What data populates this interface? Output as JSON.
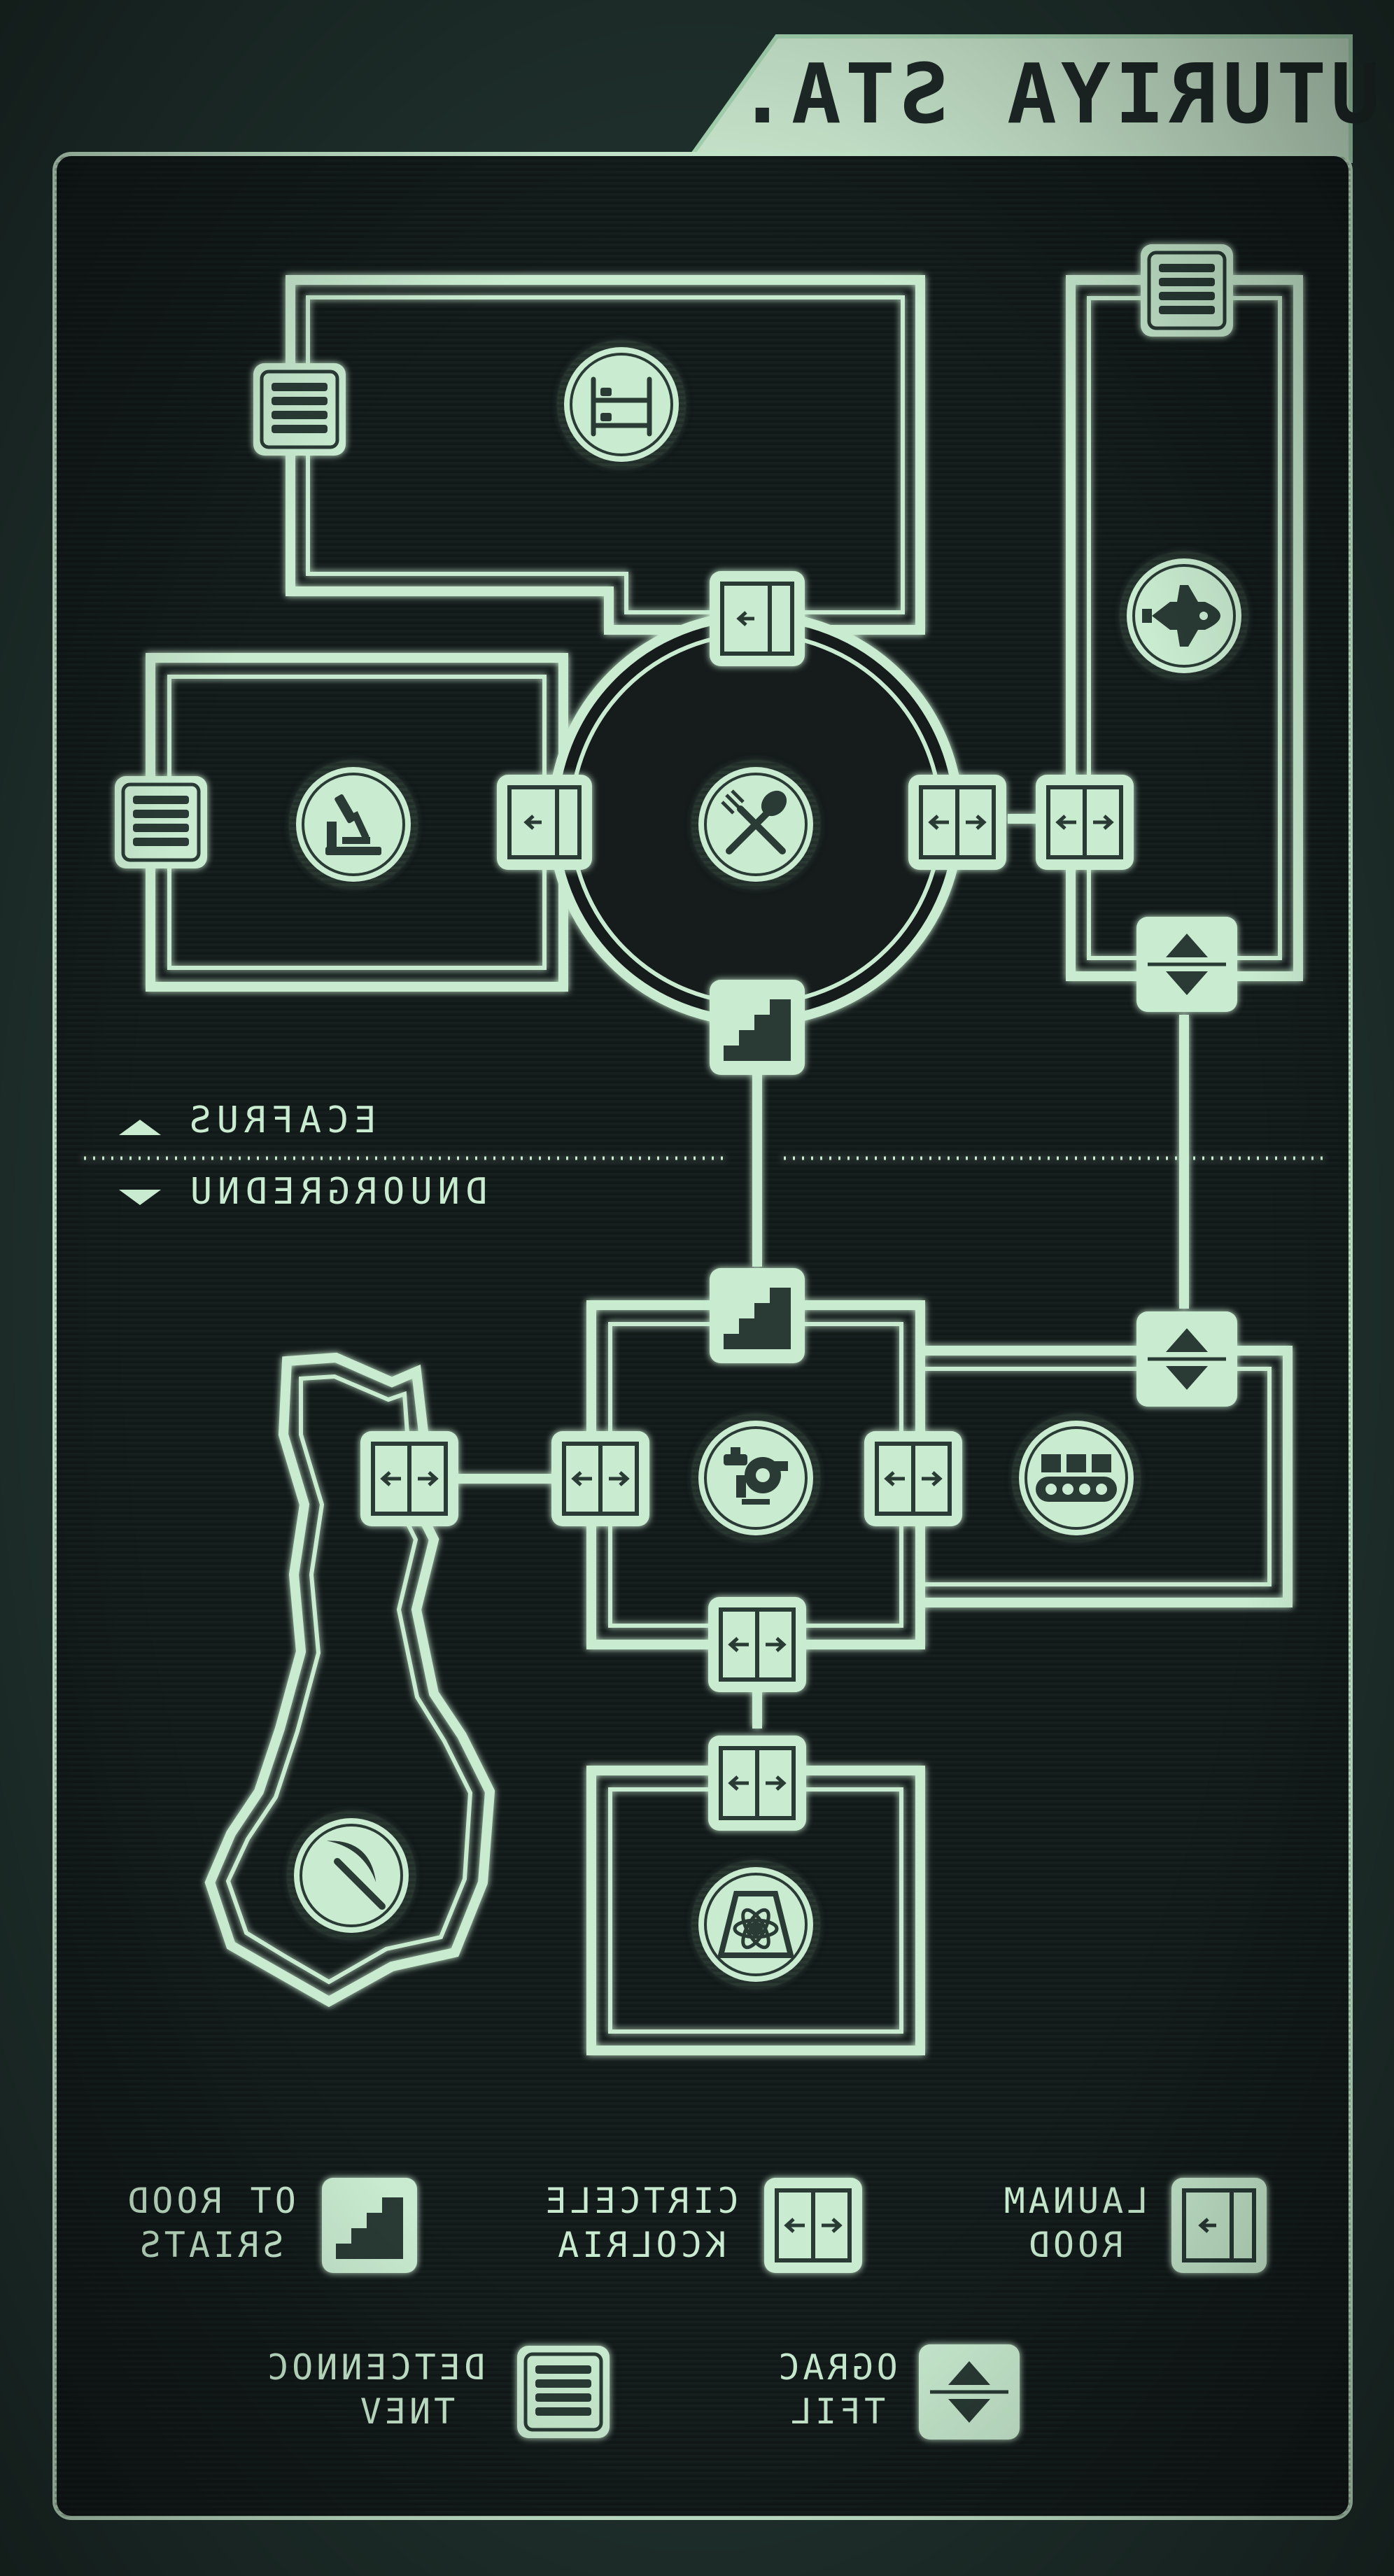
{
  "title": "UTURIYA STA.",
  "colors": {
    "background": "#1e2e2b",
    "panel": "#151c1c",
    "line": "#c9ecd0",
    "line_dim": "#8fc4a2",
    "glow": "#a8f0bb"
  },
  "level_divider": {
    "surface_label": "ECAFRUS",
    "underground_label": "DNUORGREDNU"
  },
  "rooms": [
    {
      "name": "dormitory",
      "icon": "bunk-bed-icon"
    },
    {
      "name": "laboratory",
      "icon": "microscope-icon"
    },
    {
      "name": "mess-hall",
      "icon": "fork-spoon-icon"
    },
    {
      "name": "hangar",
      "icon": "shuttle-icon"
    },
    {
      "name": "water-plant",
      "icon": "water-pump-icon"
    },
    {
      "name": "cargo-bay",
      "icon": "conveyor-icon"
    },
    {
      "name": "mine",
      "icon": "pickaxe-icon"
    },
    {
      "name": "reactor",
      "icon": "reactor-icon"
    }
  ],
  "legend": [
    {
      "symbol": "manual-door-icon",
      "line1": "LAUNAM",
      "line2": "ROOD"
    },
    {
      "symbol": "airlock-door-icon",
      "line1": "CIRTCELE",
      "line2": "KCOLRIA"
    },
    {
      "symbol": "stairs-icon",
      "line1": "OT ROOD",
      "line2": "SRIATS"
    },
    {
      "symbol": "cargo-lift-icon",
      "line1": "OGRAC",
      "line2": "TFIL"
    },
    {
      "symbol": "vent-icon",
      "line1": "DETCENNOC",
      "line2": "TNEV"
    }
  ]
}
